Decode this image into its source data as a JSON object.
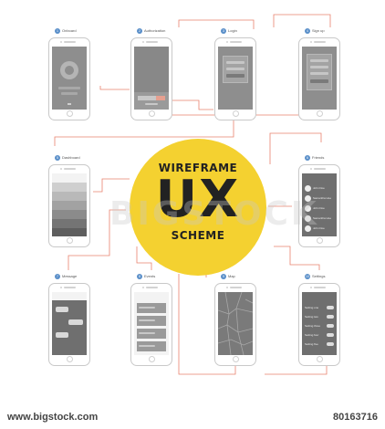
{
  "title": {
    "line1": "WIREFRAME",
    "main": "UX",
    "line3": "SCHEME"
  },
  "watermark": "BIGSTOCK",
  "footer": {
    "site": "www.bigstock.com",
    "image_id": "80163716"
  },
  "screens": [
    {
      "num": "1",
      "label": "Onboard"
    },
    {
      "num": "2",
      "label": "Authorization"
    },
    {
      "num": "3",
      "label": "Login"
    },
    {
      "num": "4",
      "label": "Sign up"
    },
    {
      "num": "5",
      "label": "Dashboard"
    },
    {
      "num": "6",
      "label": "Friends"
    },
    {
      "num": "7",
      "label": "Message"
    },
    {
      "num": "8",
      "label": "Events"
    },
    {
      "num": "9",
      "label": "Map"
    },
    {
      "num": "10",
      "label": "Settings"
    }
  ],
  "friends": [
    "John Doe",
    "Samantha Hoe",
    "John Doe",
    "Samantha Hoe",
    "John Doe"
  ],
  "settings_items": [
    "Setting one",
    "Setting two",
    "Setting three",
    "Setting four",
    "Setting five"
  ],
  "colors": {
    "accent_circle": "#f4d130",
    "connector": "#e8826e",
    "badge": "#5a8fc9",
    "screen_dark": "#8e8e8e"
  }
}
